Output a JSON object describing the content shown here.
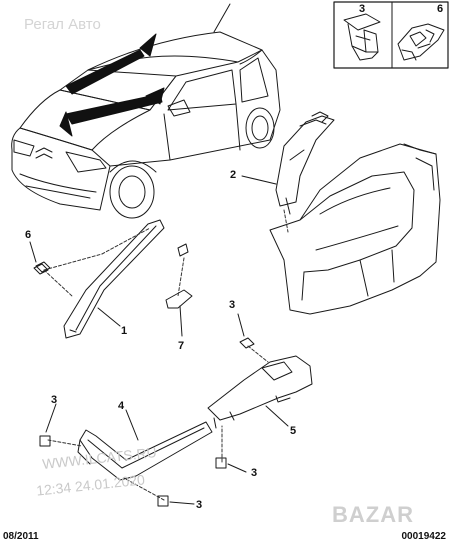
{
  "watermarks": {
    "top_text": "Регал Авто",
    "site_text": "WWW.ILCATS.RU",
    "date_text": "12:34 24.01.2020",
    "logo_text": "BAZAR"
  },
  "inset_labels": {
    "clip_3": "3",
    "clip_6": "6"
  },
  "callouts": {
    "a_pillar_trim": "1",
    "b_pillar_upper_trim": "2",
    "clip_near_cap": "3",
    "clip_sill_front_low": "3",
    "clip_sill_rear": "3",
    "clip_sill_front": "3",
    "sill_front_plate": "4",
    "sill_rear_trim": "5",
    "clip_a_pillar": "6",
    "cap_trim": "7"
  },
  "footer": {
    "date_code": "08/2011",
    "ref_code": "00019422"
  }
}
